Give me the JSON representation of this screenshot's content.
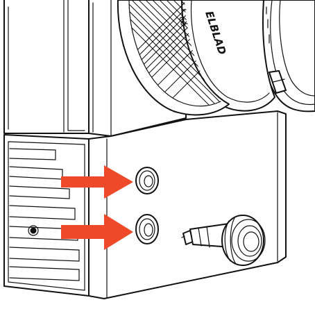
{
  "illustration": {
    "lens_engraving": "ELBLAD",
    "arrow_color": "#ee4a2a",
    "line_color": "#111111",
    "background": "#ffffff",
    "callouts": [
      {
        "name": "upper-socket-arrow",
        "target": "upper-socket"
      },
      {
        "name": "lower-socket-arrow",
        "target": "lower-socket"
      }
    ]
  }
}
